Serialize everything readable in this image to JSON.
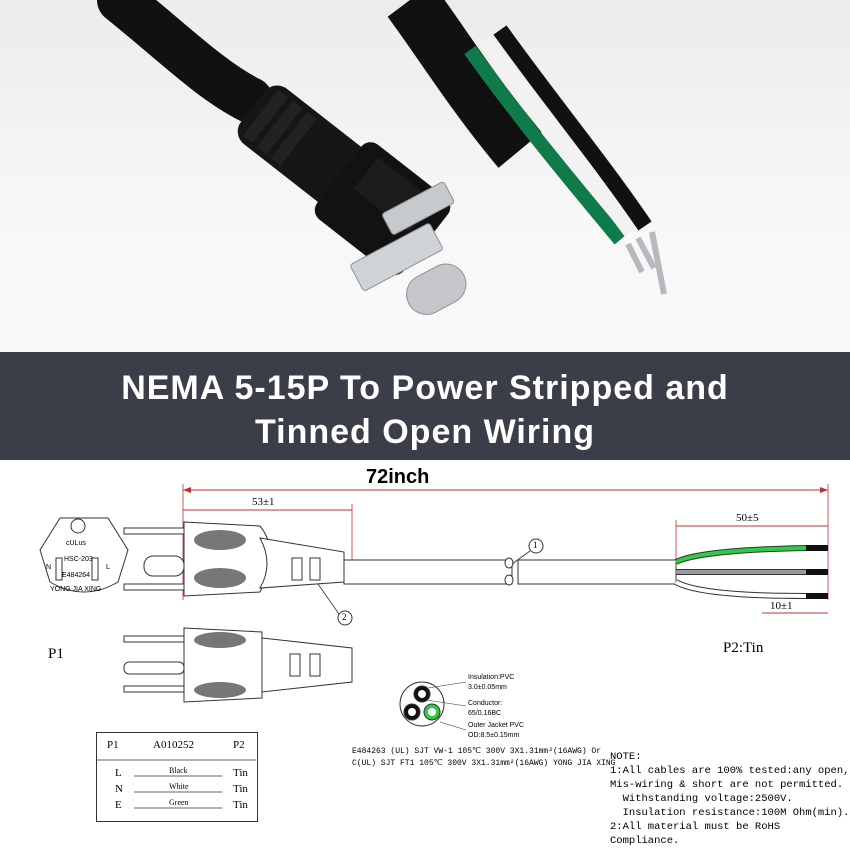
{
  "banner": {
    "line1": "NEMA 5-15P To Power Stripped and",
    "line2": "Tinned Open Wiring"
  },
  "drawing": {
    "length_label": "72inch",
    "dim_plug": "53±1",
    "dim_strip": "50±5",
    "dim_tin": "10±1",
    "callout_1": "1",
    "callout_2": "2",
    "p1_label": "P1",
    "p2_label": "P2:Tin",
    "plug_face": {
      "cert": "cULus",
      "model": "HSC-203",
      "file": "E484264",
      "maker": "YONG JIA XING",
      "n": "N",
      "l": "L"
    },
    "cross_section": {
      "insulation": "Insulation:PVC",
      "insulation_val": "3.0±0.05mm",
      "conductor": "Conductor:",
      "conductor_val": "65/0.16BC",
      "jacket": "Outer Jacket PVC",
      "jacket_val": "OD:8.5±0.15mm"
    },
    "spec_line1": "E484263 (UL) SJT VW-1 105℃ 300V 3X1.31mm²(16AWG) Or",
    "spec_line2": "C(UL) SJT FT1 105℃ 300V 3X1.31mm²(16AWG) YONG JIA XING",
    "table": {
      "header": [
        "P1",
        "A010252",
        "P2"
      ],
      "rows": [
        {
          "pin": "L",
          "wire": "Black",
          "end": "Tin"
        },
        {
          "pin": "N",
          "wire": "White",
          "end": "Tin"
        },
        {
          "pin": "E",
          "wire": "Green",
          "end": "Tin"
        }
      ]
    },
    "notes": [
      "NOTE:",
      "1:All cables are 100% tested:any open,",
      "Mis-wiring & short are not permitted.",
      "  Withstanding voltage:2500V.",
      "  Insulation resistance:100M Ohm(min).",
      "2:All material must be RoHS",
      "Compliance."
    ]
  },
  "colors": {
    "banner_bg": "#3b3d49",
    "dimension": "#c03030",
    "green_wire": "#2ecc40",
    "grey_wire": "#9a9a9a"
  }
}
